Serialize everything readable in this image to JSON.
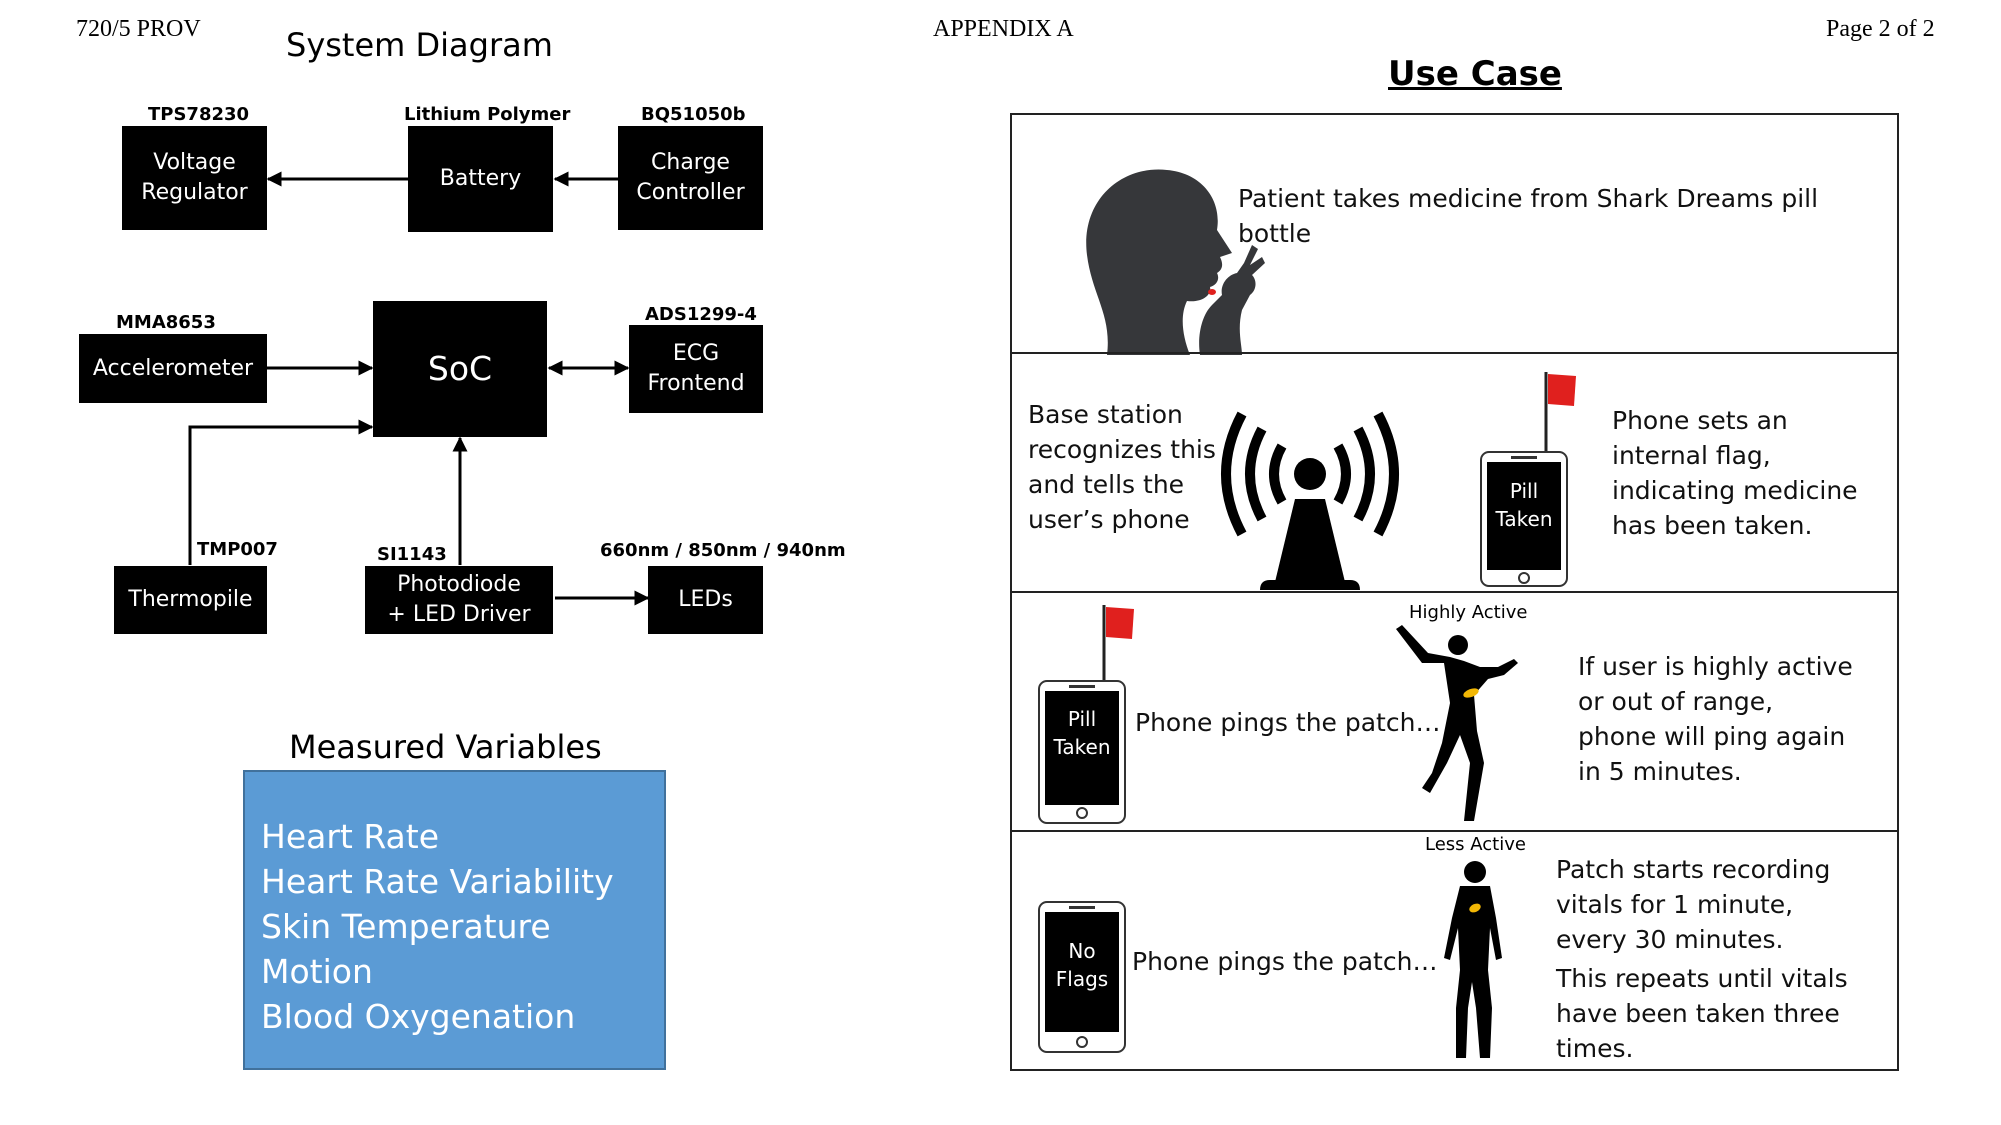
{
  "header": {
    "left": "720/5 PROV",
    "center": "APPENDIX A",
    "right": "Page 2 of 2"
  },
  "system_diagram": {
    "title": "System Diagram",
    "blocks": {
      "voltage_regulator": {
        "line1": "Voltage",
        "line2": "Regulator",
        "part": "TPS78230"
      },
      "battery": {
        "label": "Battery",
        "part": "Lithium Polymer"
      },
      "charge_controller": {
        "line1": "Charge",
        "line2": "Controller",
        "part": "BQ51050b"
      },
      "accelerometer": {
        "label": "Accelerometer",
        "part": "MMA8653"
      },
      "soc": {
        "label": "SoC"
      },
      "ecg": {
        "line1": "ECG",
        "line2": "Frontend",
        "part": "ADS1299-4"
      },
      "thermopile": {
        "label": "Thermopile",
        "part": "TMP007"
      },
      "photodiode": {
        "line1": "Photodiode",
        "line2": "+ LED Driver",
        "part": "SI1143"
      },
      "leds": {
        "label": "LEDs",
        "part": "660nm / 850nm / 940nm"
      }
    }
  },
  "measured_variables": {
    "title": "Measured Variables",
    "items": [
      "Heart Rate",
      "Heart Rate Variability",
      "Skin Temperature",
      "Motion",
      "Blood Oxygenation"
    ]
  },
  "use_case": {
    "title": "Use Case",
    "row1": {
      "text": "Patient takes medicine from Shark Dreams pill bottle"
    },
    "row2": {
      "left_lines": [
        "Base station",
        "recognizes this",
        "and tells the",
        "user’s phone"
      ],
      "phone_line1": "Pill",
      "phone_line2": "Taken",
      "right_lines": [
        "Phone sets an",
        "internal flag,",
        "indicating medicine",
        "has been taken."
      ]
    },
    "row3": {
      "phone_line1": "Pill",
      "phone_line2": "Taken",
      "ping": "Phone pings the patch…",
      "figure_label": "Highly Active",
      "right_lines": [
        "If user is highly active",
        "or out of range,",
        "phone will ping again",
        "in 5 minutes."
      ]
    },
    "row4": {
      "phone_line1": "No",
      "phone_line2": "Flags",
      "ping": "Phone pings the patch…",
      "figure_label": "Less Active",
      "right_lines": [
        "Patch starts recording",
        "vitals for 1 minute,",
        "every 30 minutes.",
        "This repeats until vitals",
        "have been taken three",
        "times."
      ]
    }
  },
  "colors": {
    "measured_box": "#5b9bd5",
    "flag": "#e0201e",
    "patch": "#f2b705"
  }
}
